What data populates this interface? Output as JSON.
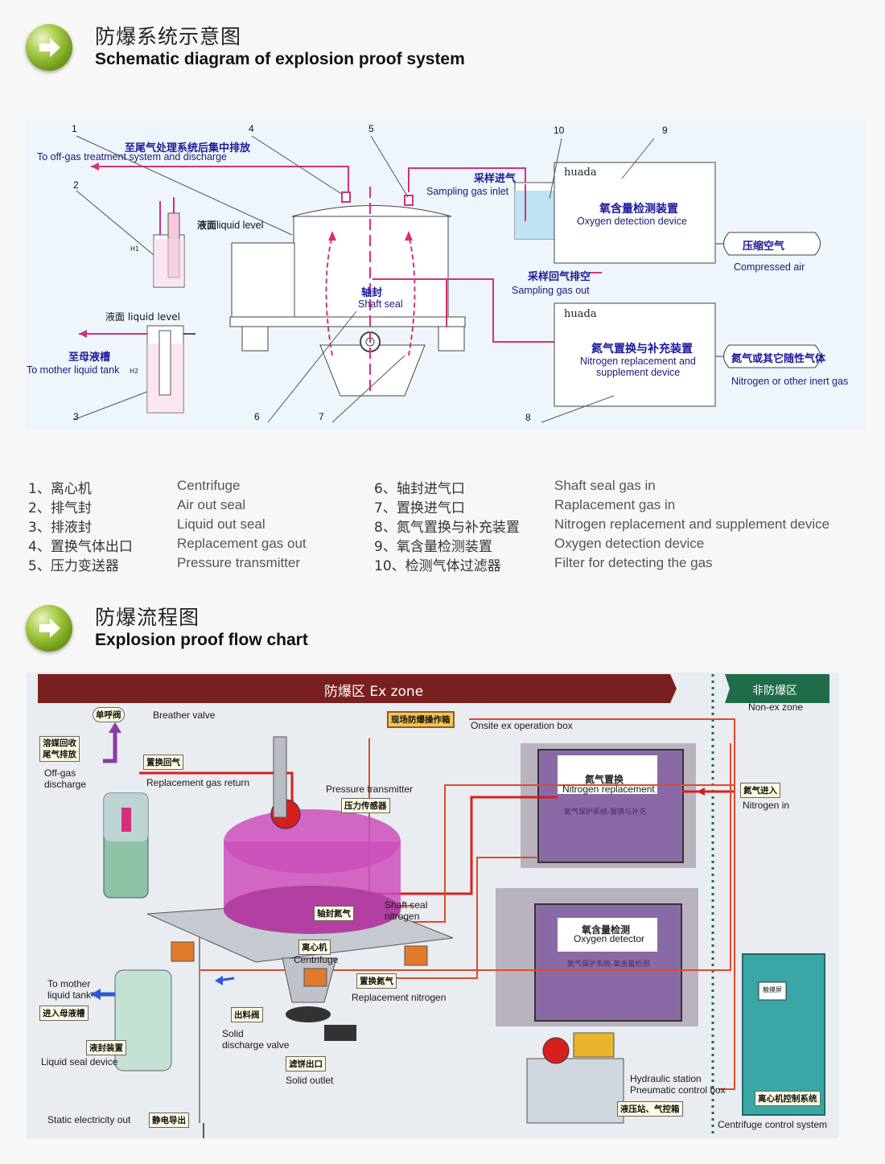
{
  "section1": {
    "title_cn": "防爆系统示意图",
    "title_en": "Schematic diagram of explosion proof system"
  },
  "schematic": {
    "numbers": [
      "1",
      "2",
      "3",
      "4",
      "5",
      "6",
      "7",
      "8",
      "9",
      "10"
    ],
    "offgas_cn": "至尾气处理系统后集中排放",
    "offgas_en": "To off-gas treatment system and discharge",
    "liquid_level_cn": "液面",
    "liquid_level_en": "liquid level",
    "liquid_level2": "液面 liquid level",
    "mother_cn": "至母液槽",
    "mother_en": "To mother liquid tank",
    "sampling_in_cn": "采样进气",
    "sampling_in_en": "Sampling gas inlet",
    "sampling_out_cn": "采样回气排空",
    "sampling_out_en": "Sampling gas out",
    "shaft_cn": "轴封",
    "shaft_en": "Shaft seal",
    "huada1": "huada",
    "huada2": "huada",
    "oxygen_cn": "氧含量检测装置",
    "oxygen_en": "Oxygen detection device",
    "nitrogen_cn": "氮气置换与补充装置",
    "nitrogen_en1": "Nitrogen replacement and",
    "nitrogen_en2": "supplement device",
    "compressed_cn": "压缩空气",
    "compressed_en": "Compressed air",
    "inert_cn": "氮气或其它随性气体",
    "inert_en": "Nitrogen or other inert gas",
    "h1": "H1",
    "h2": "H2"
  },
  "legend": {
    "left": [
      {
        "cn": "1、离心机",
        "en": "Centrifuge"
      },
      {
        "cn": "2、排气封",
        "en": "Air out seal"
      },
      {
        "cn": "3、排液封",
        "en": "Liquid out seal"
      },
      {
        "cn": "4、置换气体出口",
        "en": "Replacement gas out"
      },
      {
        "cn": "5、压力变送器",
        "en": "Pressure transmitter"
      }
    ],
    "right": [
      {
        "cn": "6、轴封进气口",
        "en": "Shaft seal gas in"
      },
      {
        "cn": "7、置换进气口",
        "en": "Raplacement gas in"
      },
      {
        "cn": "8、氮气置换与补充装置",
        "en": "Nitrogen replacement and supplement device"
      },
      {
        "cn": "9、氧含量检测装置",
        "en": "Oxygen detection device"
      },
      {
        "cn": "10、检测气体过滤器",
        "en": "Filter for detecting the gas"
      }
    ]
  },
  "section2": {
    "title_cn": "防爆流程图",
    "title_en": "Explosion proof flow chart"
  },
  "flow": {
    "ex_zone": "防爆区  Ex zone",
    "non_ex_cn": "非防爆区",
    "non_ex_en": "Non-ex zone",
    "breather_tag": "单呼阀",
    "breather_en": "Breather valve",
    "offgas_tag1": "溶媒回收",
    "offgas_tag2": "尾气排放",
    "offgas_en1": "Off-gas",
    "offgas_en2": "discharge",
    "repl_return_tag": "置换回气",
    "repl_return_en": "Replacement gas return",
    "onsite_tag": "现场防爆操作箱",
    "onsite_en": "Onsite ex operation box",
    "pressure_en": "Pressure transmitter",
    "pressure_tag": "压力传感器",
    "nitro_repl_tag": "氮气置换",
    "nitro_repl_en": "Nitrogen replacement",
    "nitro_sys_cn": "氮气保护系统-置换与补充",
    "nitro_in_tag": "氮气进入",
    "nitro_in_en": "Nitrogen in",
    "shaft_tag": "轴封氮气",
    "shaft_en1": "Shaft seal",
    "shaft_en2": "nitrogen",
    "oxygen_tag": "氧含量检测",
    "oxygen_en": "Oxygen detector",
    "oxygen_sys_cn": "氮气保护系统-氧含量检测",
    "centrifuge_tag": "离心机",
    "centrifuge_en": "Centrifuge",
    "mother_en1": "To mother",
    "mother_en2": "liquid tank",
    "mother_tag": "进入母液槽",
    "repl_n_tag": "置换氮气",
    "repl_n_en": "Replacement nitrogen",
    "discharge_tag": "出料阀",
    "discharge_en1": "Solid",
    "discharge_en2": "discharge valve",
    "liquid_seal_tag": "液封装置",
    "liquid_seal_en": "Liquid seal device",
    "solid_tag": "滤饼出口",
    "solid_en": "Solid outlet",
    "hydraulic_en1": "Hydraulic station",
    "hydraulic_en2": "Pneumatic control box",
    "hydraulic_tag": "液压站、气控箱",
    "static_en": "Static electricity out",
    "static_tag": "静电导出",
    "control_tag": "离心机控制系统",
    "control_en": "Centrifuge control system",
    "control_screen": "触摸屏"
  },
  "colors": {
    "accent_green": "#7aa81f",
    "pipe_pink": "#d6307a",
    "pipe_red": "#d62020",
    "banner": "#7a1f1f",
    "nonex": "#1f6b4a"
  }
}
